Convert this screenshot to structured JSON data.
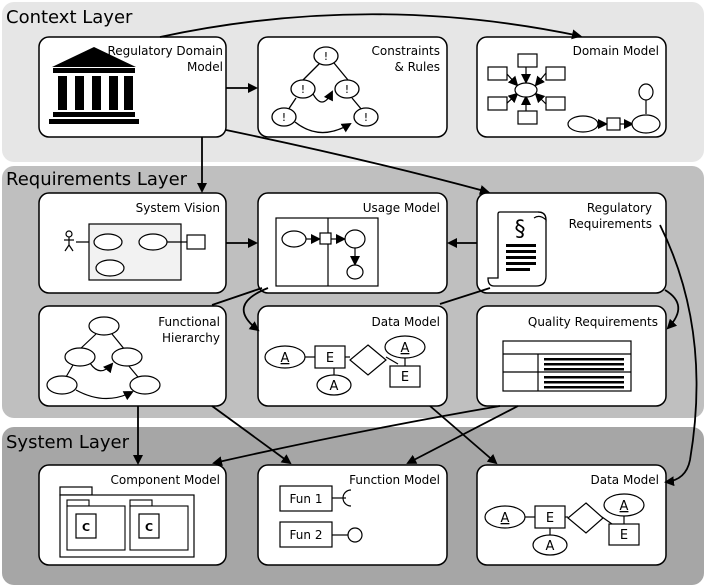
{
  "layers": {
    "context": {
      "title": "Context Layer",
      "color": "#e6e6e6"
    },
    "requirements": {
      "title": "Requirements Layer",
      "color": "#bfbfbf"
    },
    "system": {
      "title": "System Layer",
      "color": "#a6a6a6"
    }
  },
  "boxes": {
    "regulatory_domain_model": {
      "title_line1": "Regulatory Domain",
      "title_line2": "Model"
    },
    "constraints_rules": {
      "title_line1": "Constraints",
      "title_line2": "& Rules",
      "node_symbol": "!"
    },
    "domain_model": {
      "title": "Domain Model"
    },
    "system_vision": {
      "title": "System Vision"
    },
    "usage_model": {
      "title": "Usage Model"
    },
    "regulatory_requirements": {
      "title_line1": "Regulatory",
      "title_line2": "Requirements",
      "symbol": "§"
    },
    "functional_hierarchy": {
      "title_line1": "Functional",
      "title_line2": "Hierarchy"
    },
    "req_data_model": {
      "title": "Data Model",
      "entity": "E",
      "attribute": "A"
    },
    "quality_requirements": {
      "title": "Quality Requirements"
    },
    "component_model": {
      "title": "Component Model",
      "component_label": "C"
    },
    "function_model": {
      "title": "Function Model",
      "fun1": "Fun 1",
      "fun2": "Fun 2"
    },
    "sys_data_model": {
      "title": "Data Model",
      "entity": "E",
      "attribute": "A"
    }
  },
  "icons": {
    "building": "building-icon",
    "actor": "actor-icon",
    "document": "document-icon"
  }
}
